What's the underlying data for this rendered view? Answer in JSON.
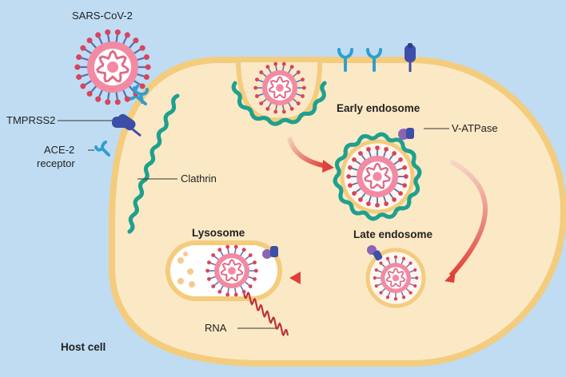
{
  "labels": {
    "virus": "SARS-CoV-2",
    "protease": "TMPRSS2",
    "receptor_line1": "ACE-2",
    "receptor_line2": "receptor",
    "clathrin": "Clathrin",
    "early_endosome": "Early endosome",
    "v_atpase": "V-ATPase",
    "late_endosome": "Late endosome",
    "lysosome": "Lysosome",
    "rna": "RNA",
    "host_cell": "Host cell"
  },
  "colors": {
    "background": "#bfdcf2",
    "cell_fill": "#fbe8c5",
    "cell_border": "#f4cc7e",
    "clathrin": "#1fa08e",
    "virus_spike": "#d8445e",
    "virus_body": "#f38aa2",
    "receptor": "#2f9fd0",
    "protease": "#3d4ea8",
    "v_atpase": "#8a63b5",
    "arrow": "#e0403a"
  }
}
